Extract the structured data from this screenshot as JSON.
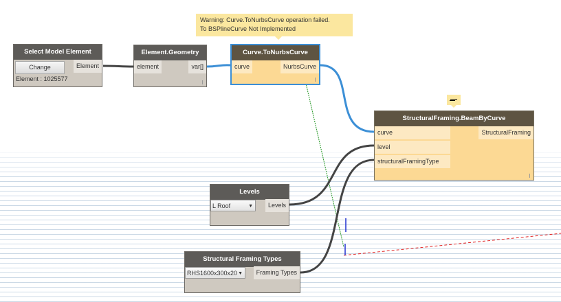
{
  "warning": {
    "line1": "Warning: Curve.ToNurbsCurve operation failed.",
    "line2": "To BSPlineCurve Not Implemented"
  },
  "nodes": {
    "select": {
      "title": "Select Model Element",
      "button": "Change",
      "output": "Element",
      "info": "Element : 1025577"
    },
    "geometry": {
      "title": "Element.Geometry",
      "input": "element",
      "output": "var[]"
    },
    "nurbs": {
      "title": "Curve.ToNurbsCurve",
      "input": "curve",
      "output": "NurbsCurve"
    },
    "beam": {
      "title": "StructuralFraming.BeamByCurve",
      "inputs": [
        "curve",
        "level",
        "structuralFramingType"
      ],
      "output": "StructuralFraming"
    },
    "levels": {
      "title": "Levels",
      "selected": "L Roof",
      "output": "Levels"
    },
    "types": {
      "title": "Structural Framing Types",
      "selected": "RHS1600x300x20",
      "output": "Framing Types"
    }
  },
  "colors": {
    "active_wire": "#3c8fd6",
    "wire": "#444444",
    "node_header": "#5d5b58",
    "warning_bg": "#fbe79f"
  }
}
